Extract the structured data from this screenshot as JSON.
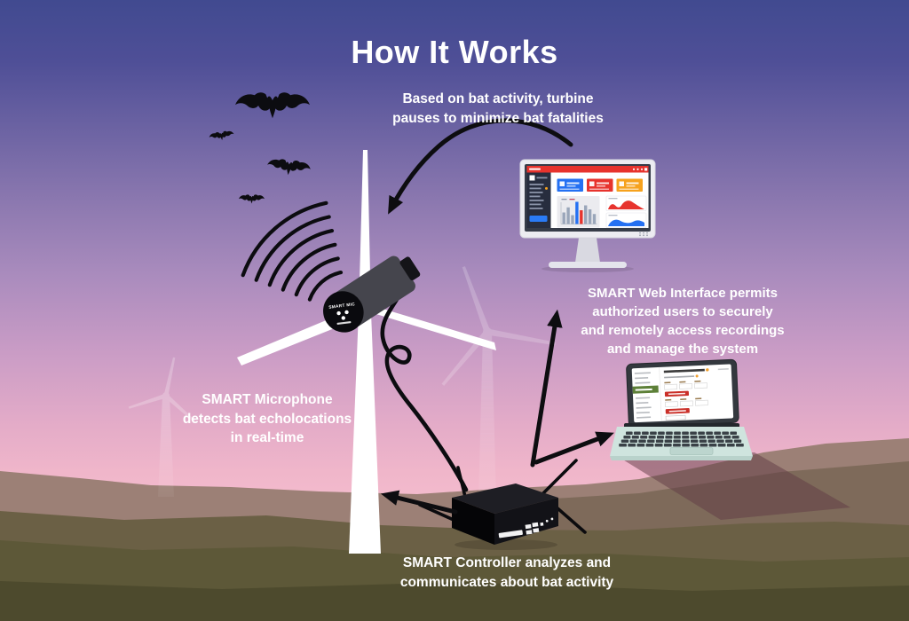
{
  "title": "How It Works",
  "notes": {
    "pause": {
      "line1": "Based on bat activity, turbine",
      "line2": "pauses to minimize bat fatalities"
    },
    "web": {
      "line1": "SMART Web Interface permits",
      "line2": "authorized users to securely",
      "line3": "and remotely access recordings",
      "line4": "and manage the system"
    },
    "mic": {
      "line1": "SMART Microphone",
      "line2": "detects bat echolocations",
      "line3": "in real-time"
    },
    "controller": {
      "line1": "SMART Controller analyzes and",
      "line2": "communicates about bat activity"
    }
  },
  "devices": {
    "microphone": {
      "face_label": "SMART MIC"
    },
    "monitor": {
      "topbar_color": "#e7332d",
      "sidebar_color": "#272d3e",
      "sidebar_button_color": "#2a7bf6",
      "stat_card_colors": [
        "#2470f2",
        "#e7332d",
        "#f6a21e"
      ],
      "bar_chart": {
        "type": "bar",
        "values": [
          52,
          75,
          40,
          100,
          62,
          84,
          66,
          45
        ],
        "colors": [
          "#9aa6ba",
          "#9aa6ba",
          "#9aa6ba",
          "#2470f2",
          "#e7332d",
          "#9aa6ba",
          "#9aa6ba",
          "#9aa6ba"
        ]
      },
      "area_top_color": "#e7332d",
      "area_bottom_color": "#2470f2"
    },
    "laptop": {
      "active_item_color": "#5d8038",
      "button_color": "#ca2f28",
      "accent_dot_color": "#f0a030"
    },
    "controller": {
      "body_color": "#101014"
    }
  },
  "scene": {
    "sky_gradient": [
      "#414a90",
      "#8d79b0",
      "#c89bc5",
      "#f6c2d2"
    ],
    "hill_colors": [
      "#9c8076",
      "#7e6a5a",
      "#6b6045",
      "#5d5838",
      "#4d4a2d"
    ],
    "turbine_color": "#ffffff",
    "ink_color": "#0d0d10",
    "bat_count": 4,
    "sound_wave_count": 6
  }
}
